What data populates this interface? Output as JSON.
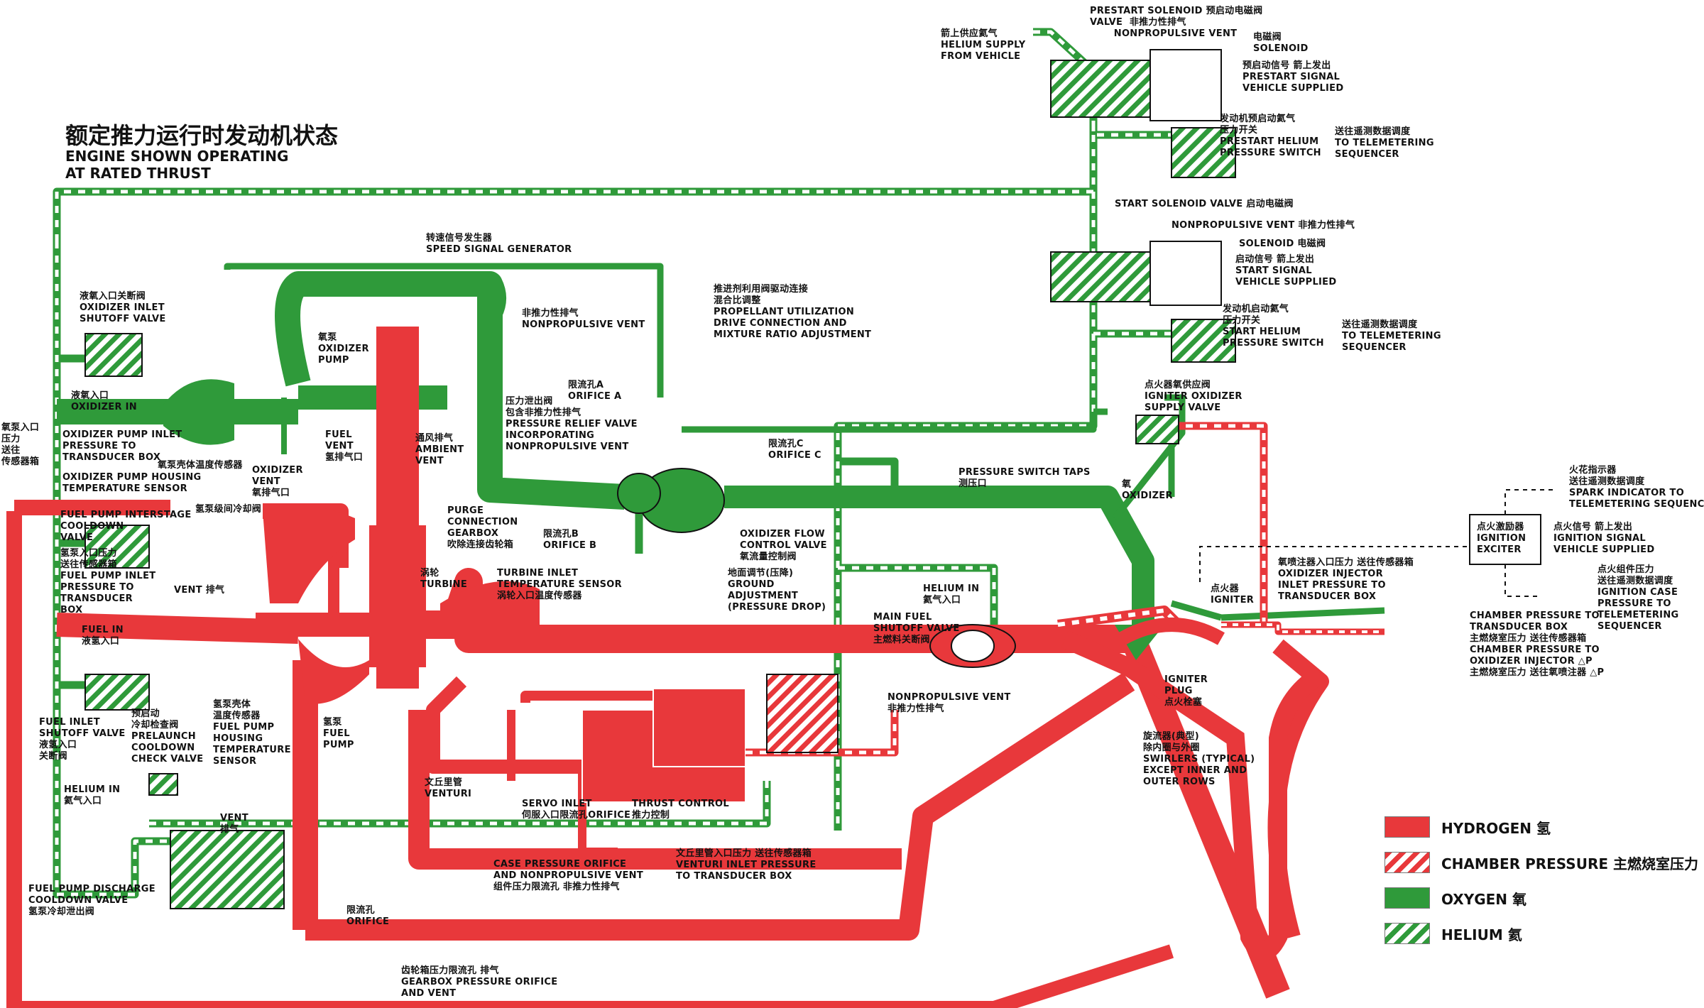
{
  "title": {
    "cn": "额定推力运行时发动机状态",
    "en": "ENGINE SHOWN OPERATING\nAT RATED THRUST"
  },
  "colors": {
    "hydrogen": "#e8383b",
    "oxygen": "#2f9a3a",
    "chamber_pressure": "#e8383b",
    "helium": "#2f9a3a"
  },
  "labels": {
    "helium_supply": "箭上供应氦气\nHELIUM SUPPLY\nFROM VEHICLE",
    "prestart_solenoid": "PRESTART SOLENOID 预启动电磁阀\nVALVE  非推力性排气\n       NONPROPULSIVE VENT",
    "solenoid_1": "电磁阀\nSOLENOID",
    "prestart_signal": "预启动信号 箭上发出\nPRESTART SIGNAL\nVEHICLE SUPPLIED",
    "prestart_switch": "发动机预启动氦气\n压力开关\nPRESTART HELIUM\nPRESSURE SWITCH",
    "to_telemetering_1": "送往遥测数据调度\nTO TELEMETERING\nSEQUENCER",
    "start_solenoid": "START SOLENOID VALVE 启动电磁阀",
    "nonprop_vent_2": "NONPROPULSIVE VENT 非推力性排气",
    "solenoid_2": "SOLENOID 电磁阀",
    "start_signal": "启动信号 箭上发出\nSTART SIGNAL\nVEHICLE SUPPLIED",
    "start_switch": "发动机启动氦气\n压力开关\nSTART HELIUM\nPRESSURE SWITCH",
    "to_telemetering_2": "送往遥测数据调度\nTO TELEMETERING\nSEQUENCER",
    "speed_signal": "转速信号发生器\nSPEED SIGNAL GENERATOR",
    "pu_drive": "推进剂利用阀驱动连接\n混合比调整\nPROPELLANT UTILIZATION\nDRIVE CONNECTION AND\nMIXTURE RATIO ADJUSTMENT",
    "ox_inlet_shutoff": "液氧入口关断阀\nOXIDIZER INLET\nSHUTOFF VALVE",
    "ox_pump": "氧泵\nOXIDIZER\nPUMP",
    "nonprop_vent_3": "非推力性排气\nNONPROPULSIVE VENT",
    "ox_in": "液氧入口\nOXIDIZER IN",
    "ox_pressure_left": "氧泵入口\n压力\n送往\n传感器箱",
    "ox_pump_inlet": "OXIDIZER PUMP INLET\nPRESSURE TO\nTRANSDUCER BOX",
    "ox_housing": "OXIDIZER PUMP HOUSING\nTEMPERATURE SENSOR",
    "ox_housing_cn": "氧泵壳体温度传感器",
    "ox_vent": "OXIDIZER\nVENT\n氧排气口",
    "fuel_vent": "FUEL\nVENT\n氢排气口",
    "ambient_vent": "通风排气\nAMBIENT\nVENT",
    "orifice_a": "限流孔A\nORIFICE A",
    "pressure_relief": "压力泄出阀\n包含非推力性排气\nPRESSURE RELIEF VALVE\nINCORPORATING\nNONPROPULSIVE VENT",
    "orifice_c": "限流孔C\nORIFICE C",
    "pressure_switch_taps": "PRESSURE SWITCH TAPS\n测压口",
    "igniter_ox_valve": "点火器氧供应阀\nIGNITER OXIDIZER\nSUPPLY VALVE",
    "oxidizer": "氧\nOXIDIZER",
    "fuel_interstage": "FUEL PUMP INTERSTAGE\nCOOLDOWN\nVALVE",
    "fuel_interstage_cn": "氢泵级间冷却阀",
    "fuel_pump_inlet": "氢泵入口压力\n送往传感器箱\nFUEL PUMP INLET\nPRESSURE TO\nTRANSDUCER\nBOX",
    "vent_1": "VENT 排气",
    "purge_gearbox": "PURGE\nCONNECTION\nGEARBOX\n吹除连接齿轮箱",
    "orifice_b": "限流孔B\nORIFICE B",
    "ox_flow_control": "OXIDIZER FLOW\nCONTROL VALVE\n氧流量控制阀",
    "ground_adj": "地面调节(压降)\nGROUND\nADJUSTMENT\n(PRESSURE DROP)",
    "turbine": "涡轮\nTURBINE",
    "turbine_inlet_temp": "TURBINE INLET\nTEMPERATURE SENSOR\n涡轮入口温度传感器",
    "fuel_in": "FUEL IN\n液氢入口",
    "helium_in_1": "HELIUM IN\n氦气入口",
    "main_fuel_valve": "MAIN FUEL\nSHUTOFF VALVE\n主燃料关断阀",
    "igniter": "点火器\nIGNITER",
    "ox_injector_pressure": "氧喷注器入口压力 送往传感器箱\nOXIDIZER INJECTOR\nINLET PRESSURE TO\nTRANSDUCER BOX",
    "spark_indicator": "火花指示器\n送往遥测数据调度\nSPARK INDICATOR TO\nTELEMETERING SEQUENCER",
    "ignition_exciter": "点火激励器\nIGNITION\nEXCITER",
    "ignition_signal": "点火信号 箭上发出\nIGNITION SIGNAL\nVEHICLE SUPPLIED",
    "ignition_case_pressure": "点火组件压力\n送往遥测数据调度\nIGNITION CASE\nPRESSURE TO\nTELEMETERING\nSEQUENCER",
    "chamber_pressure_td": "CHAMBER PRESSURE TO\nTRANSDUCER BOX\n主燃烧室压力 送往传感器箱\nCHAMBER PRESSURE TO\nOXIDIZER INJECTOR △P\n主燃烧室压力 送往氧喷注器 △P",
    "nonprop_vent_4": "NONPROPULSIVE VENT\n非推力性排气",
    "igniter_plug": "IGNITER\nPLUG\n点火栓塞",
    "fuel_inlet_shutoff": "FUEL INLET\nSHUTOFF VALVE\n液氢入口\n关断阀",
    "prelaunch_check": "预启动\n冷却检查阀\nPRELAUNCH\nCOOLDOWN\nCHECK VALVE",
    "fuel_housing": "氢泵壳体\n温度传感器\nFUEL PUMP\nHOUSING\nTEMPERATURE\nSENSOR",
    "fuel_pump": "氢泵\nFUEL\nPUMP",
    "venturi": "文丘里管\nVENTURI",
    "servo_inlet": "SERVO INLET\n伺服入口限流孔ORIFICE",
    "thrust_control": "THRUST CONTROL\n推力控制",
    "swirlers": "旋流器(典型)\n除内圈与外圈\nSWIRLERS (TYPICAL)\nEXCEPT INNER AND\nOUTER ROWS",
    "helium_in_2": "HELIUM IN\n氦气入口",
    "vent_2": "VENT\n排气",
    "case_pressure_orifice": "CASE PRESSURE ORIFICE\nAND NONPROPULSIVE VENT\n组件压力限流孔 非推力性排气",
    "venturi_inlet": "文丘里管入口压力 送往传感器箱\nVENTURI INLET PRESSURE\nTO TRANSDUCER BOX",
    "fuel_discharge": "FUEL PUMP DISCHARGE\nCOOLDOWN VALVE\n氢泵冷却泄出阀",
    "orifice": "限流孔\nORIFICE",
    "gearbox_orifice": "齿轮箱压力限流孔 排气\nGEARBOX PRESSURE ORIFICE\nAND VENT"
  },
  "legend": [
    {
      "label": "HYDROGEN 氢",
      "swatch": "hydrogen"
    },
    {
      "label": "CHAMBER PRESSURE 主燃烧室压力",
      "swatch": "chamber"
    },
    {
      "label": "OXYGEN 氧",
      "swatch": "oxygen"
    },
    {
      "label": "HELIUM 氦",
      "swatch": "helium"
    }
  ]
}
